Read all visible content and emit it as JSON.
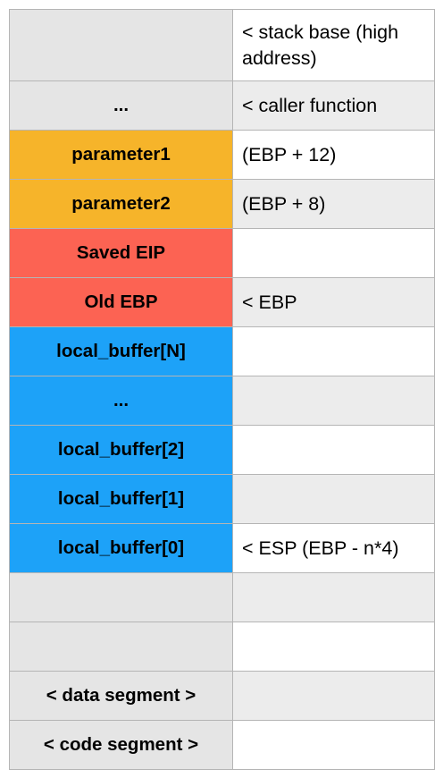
{
  "colors": {
    "parameter": "#f6b42a",
    "saved_frame": "#fc6353",
    "local_buffer": "#1da2f8",
    "empty_left": "#e5e5e5",
    "border": "#b5b5b5"
  },
  "rows": [
    {
      "label": "",
      "note": "< stack base (high address)"
    },
    {
      "label": "...",
      "note": "< caller function"
    },
    {
      "label": "parameter1",
      "note": "(EBP + 12)"
    },
    {
      "label": "parameter2",
      "note": "(EBP + 8)"
    },
    {
      "label": "Saved EIP",
      "note": ""
    },
    {
      "label": "Old EBP",
      "note": "< EBP"
    },
    {
      "label": "local_buffer[N]",
      "note": ""
    },
    {
      "label": "...",
      "note": ""
    },
    {
      "label": "local_buffer[2]",
      "note": ""
    },
    {
      "label": "local_buffer[1]",
      "note": ""
    },
    {
      "label": "local_buffer[0]",
      "note": "< ESP (EBP - n*4)"
    },
    {
      "label": "",
      "note": ""
    },
    {
      "label": "",
      "note": ""
    },
    {
      "label": "< data segment >",
      "note": ""
    },
    {
      "label": "< code segment >",
      "note": ""
    }
  ]
}
